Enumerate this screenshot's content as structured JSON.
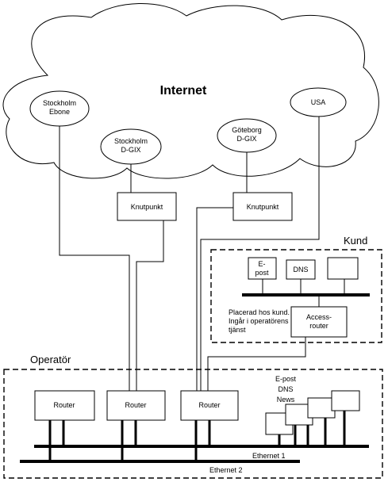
{
  "internet": {
    "title": "Internet"
  },
  "nodes": {
    "stockholm_ebone": [
      "Stockholm",
      "Ebone"
    ],
    "stockholm_dgix": [
      "Stockholm",
      "D-GIX"
    ],
    "goteborg_dgix": [
      "Göteborg",
      "D-GIX"
    ],
    "usa": "USA"
  },
  "knutpunkt": {
    "left": "Knutpunkt",
    "right": "Knutpunkt"
  },
  "kund": {
    "label": "Kund",
    "epost": [
      "E-",
      "post"
    ],
    "dns": "DNS",
    "note": [
      "Placerad hos kund.",
      "Ingår i operatörens",
      "tjänst"
    ],
    "access_router": [
      "Access-",
      "router"
    ]
  },
  "operator": {
    "label": "Operatör",
    "routers": [
      "Router",
      "Router",
      "Router"
    ],
    "servers_label": [
      "E-post",
      "DNS",
      "News"
    ],
    "ethernet1": "Ethernet 1",
    "ethernet2": "Ethernet 2"
  }
}
